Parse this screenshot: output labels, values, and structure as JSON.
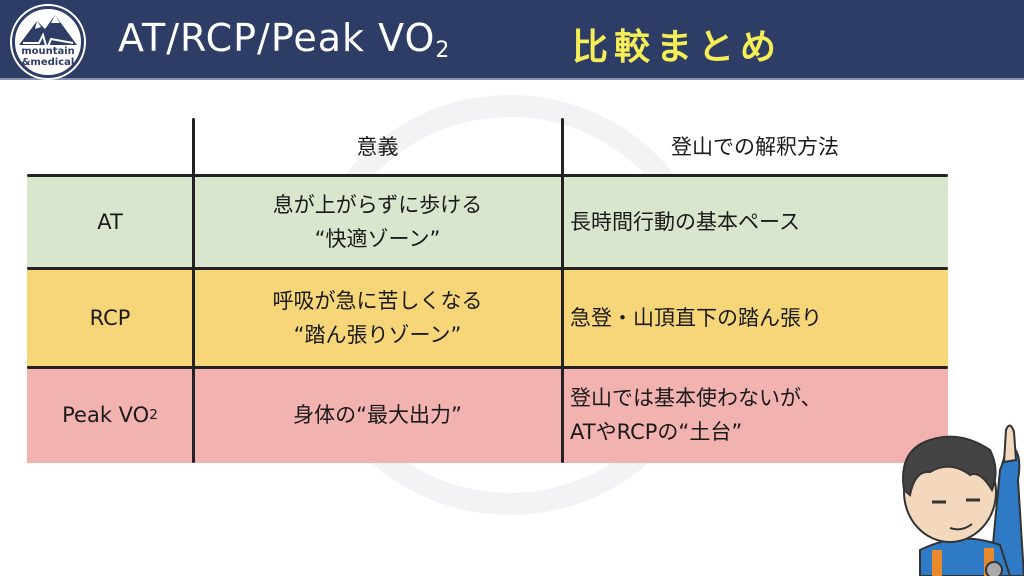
{
  "header": {
    "logo_text_1": "mountain",
    "logo_text_2": "&medical",
    "title_main": "AT/RCP/Peak VO",
    "title_sub": "2",
    "subtitle": "比較まとめ"
  },
  "table": {
    "headers": [
      "",
      "意義",
      "登山での解釈方法"
    ],
    "rows": [
      {
        "label": "AT",
        "label_sub": "",
        "meaning_1": "息が上がらずに歩ける",
        "meaning_2": "“快適ゾーン”",
        "interpretation_1": "長時間行動の基本ペース",
        "interpretation_2": "",
        "color": "#d9e6cd"
      },
      {
        "label": "RCP",
        "label_sub": "",
        "meaning_1": "呼吸が急に苦しくなる",
        "meaning_2": "“踏ん張りゾーン”",
        "interpretation_1": "急登・山頂直下の踏ん張り",
        "interpretation_2": "",
        "color": "#f7d67a"
      },
      {
        "label": "Peak VO",
        "label_sub": "2",
        "meaning_1": "身体の“最大出力”",
        "meaning_2": "",
        "interpretation_1": "登山では基本使わないが、",
        "interpretation_2": "ATやRCPの“土台”",
        "color": "#f2b3b0"
      }
    ]
  },
  "colors": {
    "header_bg": "#2e3d66",
    "subtitle": "#f6ee56"
  }
}
